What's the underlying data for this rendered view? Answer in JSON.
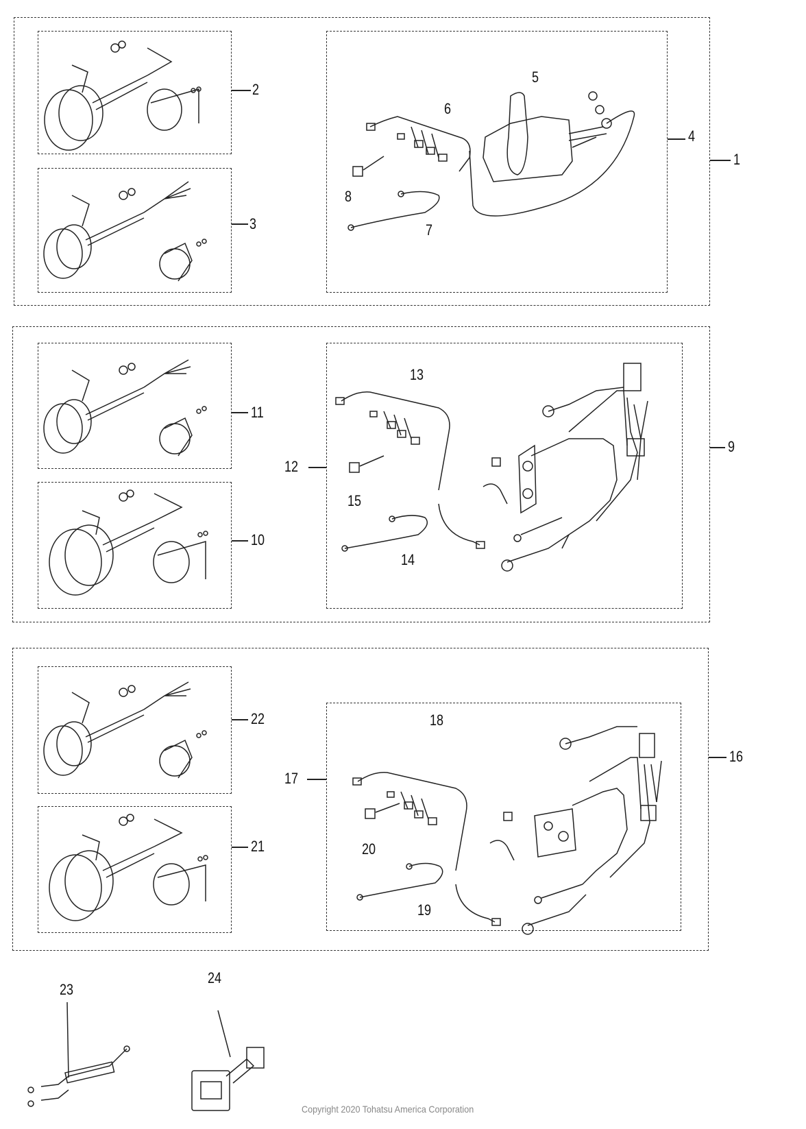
{
  "diagram": {
    "type": "exploded parts diagram",
    "callouts": {
      "c1": "1",
      "c2": "2",
      "c3": "3",
      "c4": "4",
      "c5": "5",
      "c6": "6",
      "c7": "7",
      "c8": "8",
      "c9": "9",
      "c10": "10",
      "c11": "11",
      "c12": "12",
      "c13": "13",
      "c14": "14",
      "c15": "15",
      "c16": "16",
      "c17": "17",
      "c18": "18",
      "c19": "19",
      "c20": "20",
      "c21": "21",
      "c22": "22",
      "c23": "23",
      "c24": "24"
    },
    "copyright": "Copyright 2020 Tohatsu America Corporation"
  },
  "colors": {
    "line": "#222222",
    "dash": "#333333",
    "copyright": "#888888"
  }
}
